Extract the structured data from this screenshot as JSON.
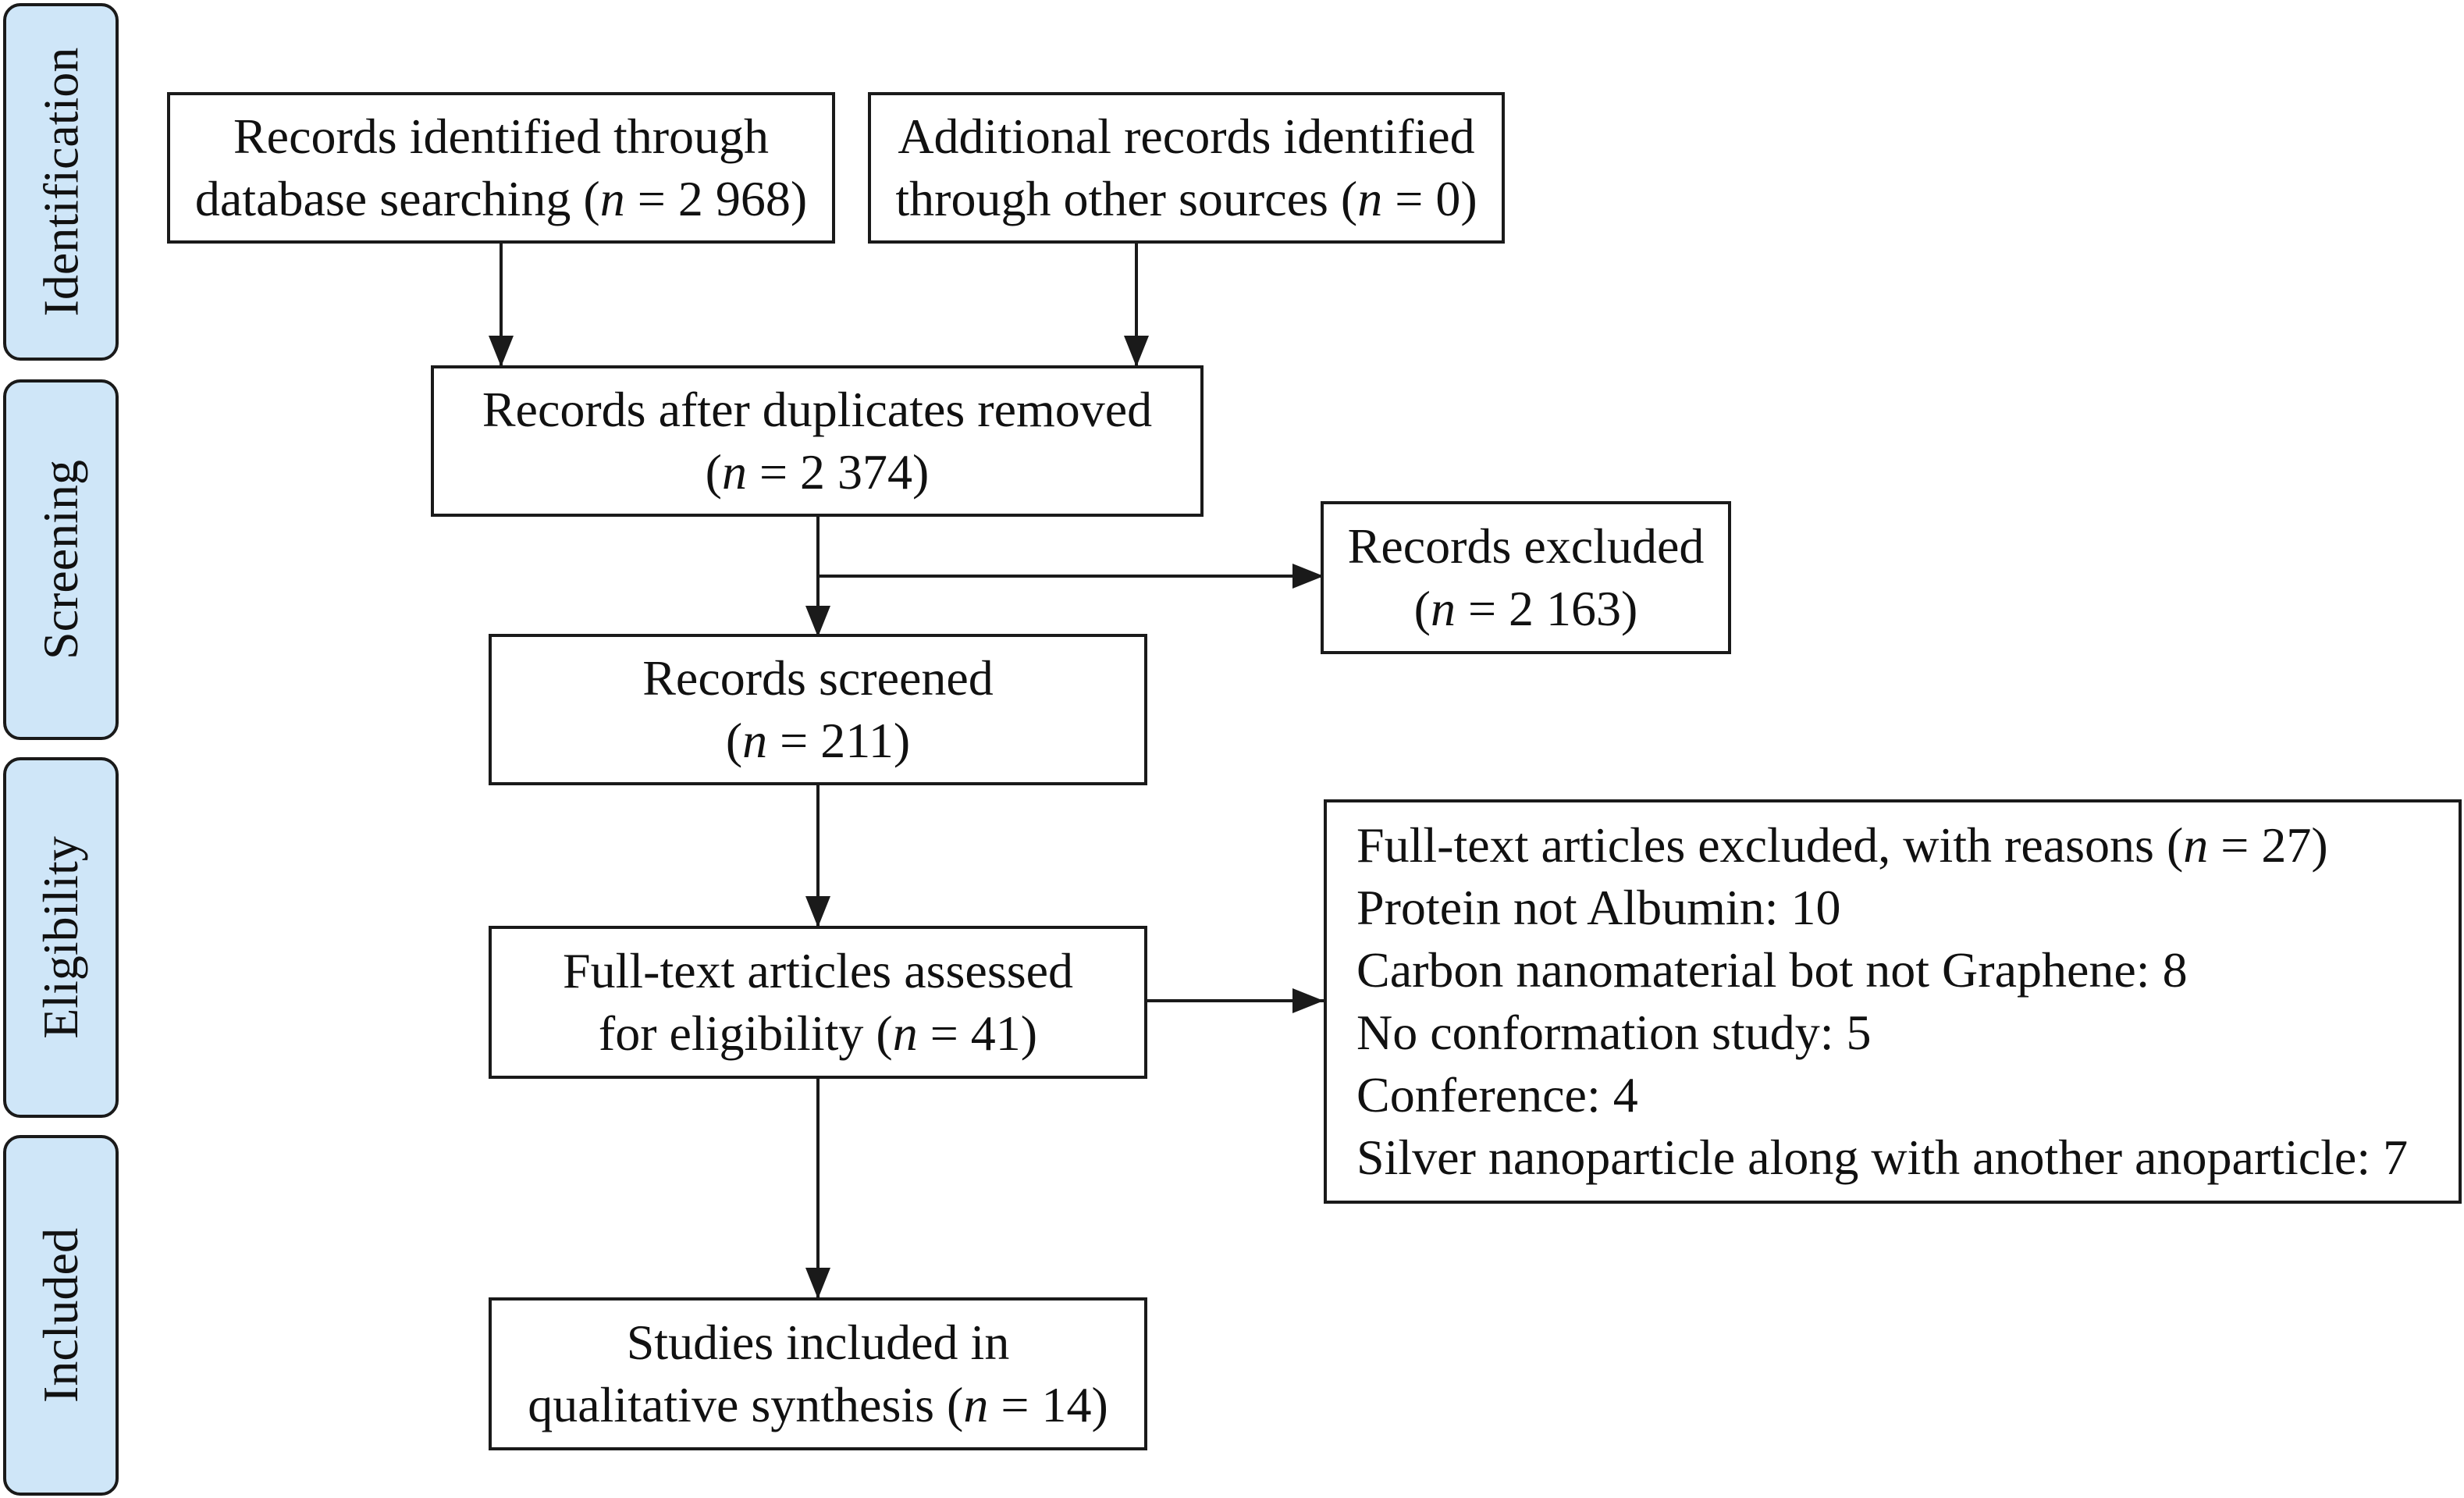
{
  "phases": {
    "identification": "Identification",
    "screening": "Screening",
    "eligibility": "Eligibility",
    "included": "Included"
  },
  "boxes": {
    "database": {
      "line1": "Records identified through",
      "line2_pre": "database searching (",
      "n_symbol": "n",
      "line2_post": " = 2 968)"
    },
    "other_sources": {
      "line1": "Additional records identified",
      "line2_pre": "through other sources (",
      "n_symbol": "n",
      "line2_post": " = 0)"
    },
    "duplicates_removed": {
      "line1": "Records after duplicates removed",
      "line2_pre": "(",
      "n_symbol": "n",
      "line2_post": " = 2 374)"
    },
    "records_excluded": {
      "line1": "Records excluded",
      "line2_pre": "(",
      "n_symbol": "n",
      "line2_post": " = 2 163)"
    },
    "records_screened": {
      "line1": "Records screened",
      "line2_pre": "(",
      "n_symbol": "n",
      "line2_post": " = 211)"
    },
    "fulltext_assessed": {
      "line1": "Full-text articles assessed",
      "line2_pre": "for eligibility (",
      "n_symbol": "n",
      "line2_post": " = 41)"
    },
    "fulltext_excluded": {
      "line1_pre": "Full-text articles excluded, with reasons (",
      "n_symbol": "n",
      "line1_post": " = 27)",
      "reasons": [
        "Protein not Albumin: 10",
        "Carbon nanomaterial bot not Graphene: 8",
        "No conformation study: 5",
        "Conference: 4",
        "Silver nanoparticle along with another anoparticle: 7"
      ]
    },
    "included_studies": {
      "line1": "Studies included in",
      "line2_pre": "qualitative synthesis (",
      "n_symbol": "n",
      "line2_post": " = 14)"
    }
  },
  "colors": {
    "phase_fill": "#cfe6f8",
    "border": "#1a1a1a"
  }
}
